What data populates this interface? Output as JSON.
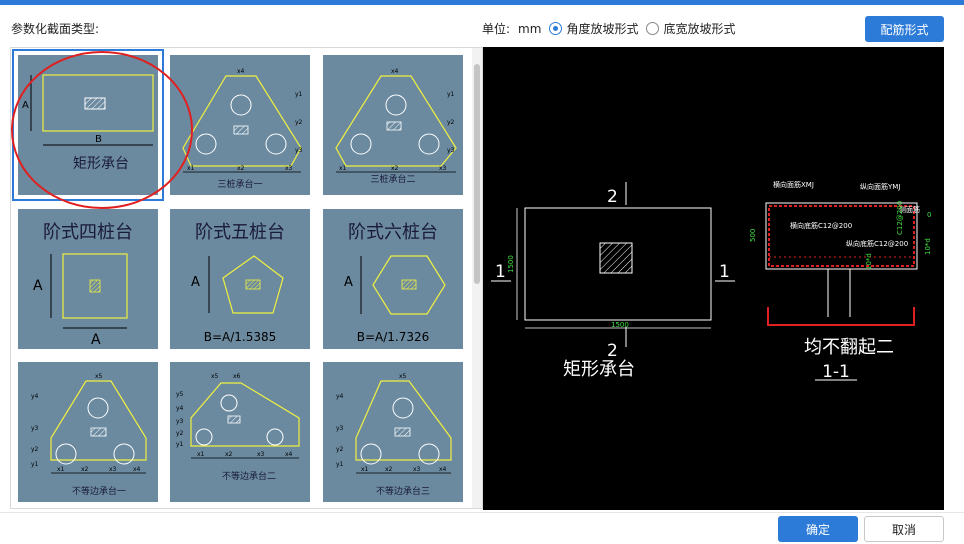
{
  "header": {
    "section_label": "参数化截面类型:",
    "unit_label": "单位:",
    "unit_value": "mm",
    "radio_angle": "角度放坡形式",
    "radio_width": "底宽放坡形式",
    "rebar_button": "配筋形式",
    "selected_mode": "angle"
  },
  "tiles": [
    {
      "id": "rect-cap",
      "title": "矩形承台",
      "dim_a": "A",
      "dim_b": "B"
    },
    {
      "id": "three-pile-cap-1",
      "caption": "三桩承台一",
      "dims": [
        "x4",
        "y1",
        "y2",
        "y3",
        "x1",
        "x2",
        "x3"
      ]
    },
    {
      "id": "three-pile-cap-2",
      "caption": "三桩承台二",
      "dims": [
        "x4",
        "y1",
        "y2",
        "y3",
        "x1",
        "x2",
        "x3"
      ]
    },
    {
      "id": "stepped-four-pile",
      "title": "阶式四桩台",
      "dim_a": "A",
      "dim_b": "A"
    },
    {
      "id": "stepped-five-pile",
      "title": "阶式五桩台",
      "dim_a": "A",
      "formula": "B=A/1.5385"
    },
    {
      "id": "stepped-six-pile",
      "title": "阶式六桩台",
      "dim_a": "A",
      "formula": "B=A/1.7326"
    },
    {
      "id": "unequal-cap-1",
      "caption": "不等边承台一",
      "dims": [
        "x5",
        "y4",
        "y3",
        "y2",
        "y1",
        "x1",
        "x2",
        "x3",
        "x4"
      ]
    },
    {
      "id": "unequal-cap-2",
      "caption": "不等边承台二",
      "dims": [
        "x5",
        "x6",
        "y5",
        "y4",
        "y3",
        "y2",
        "y1",
        "x1",
        "x2",
        "x3",
        "x4"
      ]
    },
    {
      "id": "unequal-cap-3",
      "caption": "不等边承台三",
      "dims": [
        "x5",
        "y4",
        "y3",
        "y2",
        "y1",
        "x1",
        "x2",
        "x3",
        "x4"
      ]
    }
  ],
  "preview": {
    "plan": {
      "section_mark_top": "2",
      "section_mark_bottom": "2",
      "section_mark_left": "1",
      "section_mark_right": "1",
      "dim_height": "1500",
      "dim_width": "1500",
      "title": "矩形承台"
    },
    "section": {
      "label_transverse_top": "横向面筋XMJ",
      "label_longitudinal_top": "纵向面筋YMJ",
      "label_transverse_bottom": "横向底筋C12@200",
      "label_longitudinal_bottom": "纵向底筋C12@200",
      "label_side": "侧面筋",
      "label_side_value": "C12@200",
      "label_zero": "0",
      "label_cover": "10*d",
      "label_depth": "500",
      "label_anchor": "10*d",
      "title": "均不翻起二",
      "section_id": "1-1"
    }
  },
  "footer": {
    "ok": "确定",
    "cancel": "取消"
  },
  "colors": {
    "accent": "#2d7bd8",
    "tile_bg": "#6b8aa0",
    "drawing_line": "#f0f040",
    "annotation_red": "#e02020",
    "cad_green": "#40e040"
  }
}
